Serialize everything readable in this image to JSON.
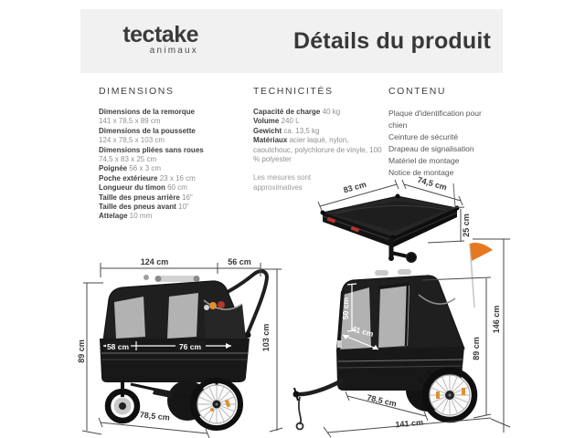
{
  "header": {
    "brand": "tectake",
    "brand_sub": "animaux",
    "title": "Détails du produit"
  },
  "columns": {
    "dimensions": {
      "heading": "DIMENSIONS",
      "items": [
        {
          "label": "Dimensions de la remorque",
          "value": "141 x 78,5 x 89 cm"
        },
        {
          "label": "Dimensions de la poussette",
          "value": "124 x 78,5 x 103 cm"
        },
        {
          "label": "Dimensions pliées sans roues",
          "value": "74,5 x 83 x 25 cm"
        },
        {
          "label": "Poignée",
          "value": "56 x 3 cm"
        },
        {
          "label": "Poche extérieure",
          "value": "23 x 16 cm"
        },
        {
          "label": "Longueur du timon",
          "value": "60 cm"
        },
        {
          "label": "Taille des pneus arrière",
          "value": "16\""
        },
        {
          "label": "Taille des pneus avant",
          "value": "10\""
        },
        {
          "label": "Attelage",
          "value": "10 mm"
        }
      ]
    },
    "technicites": {
      "heading": "TECHNICITÉS",
      "items": [
        {
          "label": "Capacité de charge",
          "value": "40 kg"
        },
        {
          "label": "Volume",
          "value": "240 L"
        },
        {
          "label": "Gewicht",
          "value": "ca. 13,5 kg"
        },
        {
          "label": "Matériaux",
          "value": "acier laqué, nylon, caoutchouc, polychlorure de vinyle, 100 % polyester"
        }
      ],
      "note": "Les mesures sont approximatives"
    },
    "contenu": {
      "heading": "CONTENU",
      "items": [
        "Plaque d'identification pour chien",
        "Ceinture de sécurité",
        "Drapeau de signalisation",
        "Matériel de montage",
        "Notice de montage"
      ]
    }
  },
  "diagrams": {
    "folded": {
      "edge_left": "83 cm",
      "edge_right": "74,5 cm",
      "height": "25 cm"
    },
    "stroller": {
      "length": "124 cm",
      "handle": "56 cm",
      "height_left": "89 cm",
      "inner_back": "58 cm",
      "inner_floor": "76 cm",
      "height_right": "103 cm",
      "wheelbase": "78,5 cm"
    },
    "trailer": {
      "door_height": "50 cm",
      "door_width": "41 cm",
      "body_height": "89 cm",
      "total_height": "146 cm",
      "floor_length": "78,5 cm",
      "total_length": "141 cm"
    }
  },
  "colors": {
    "band": "#F1F1F1",
    "body_black": "#1F1F1F",
    "mesh_gray": "#B2B2B2",
    "flag_orange": "#E8781F",
    "reflector_orange": "#E0912F",
    "latch_red": "#B53529",
    "dim_line": "#4A4A4A"
  }
}
